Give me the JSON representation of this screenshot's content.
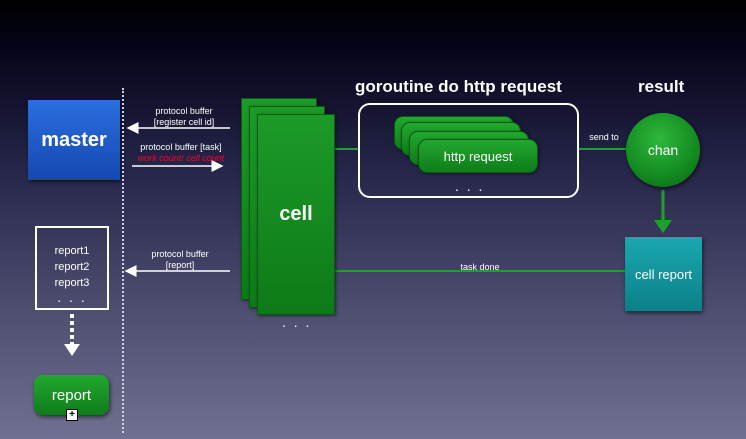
{
  "master": {
    "label": "master"
  },
  "arrows": {
    "register": {
      "line1": "protocol buffer",
      "line2": "[register cell id]"
    },
    "task": {
      "line1": "protocol buffer [task]",
      "line2": "work count/ cell count"
    },
    "report": {
      "line1": "protocol buffer",
      "line2": "[report]"
    },
    "send_to": "send to",
    "task_done": "task done"
  },
  "cell": {
    "label": "cell",
    "more": ". . ."
  },
  "goroutine": {
    "title": "goroutine do http request",
    "card_label": "http request",
    "more": ". . ."
  },
  "result": {
    "title": "result",
    "chan_label": "chan"
  },
  "cell_report": {
    "label": "cell report"
  },
  "reports": {
    "items": [
      "report1",
      "report2",
      "report3"
    ],
    "more": ". . ."
  },
  "report_button": {
    "label": "report"
  },
  "colors": {
    "master_blue": "#1a5cc8",
    "node_green": "#138a20",
    "cell_report_teal": "#12979f",
    "warning_red": "#e0102a",
    "connector_green": "#1ea12c"
  }
}
